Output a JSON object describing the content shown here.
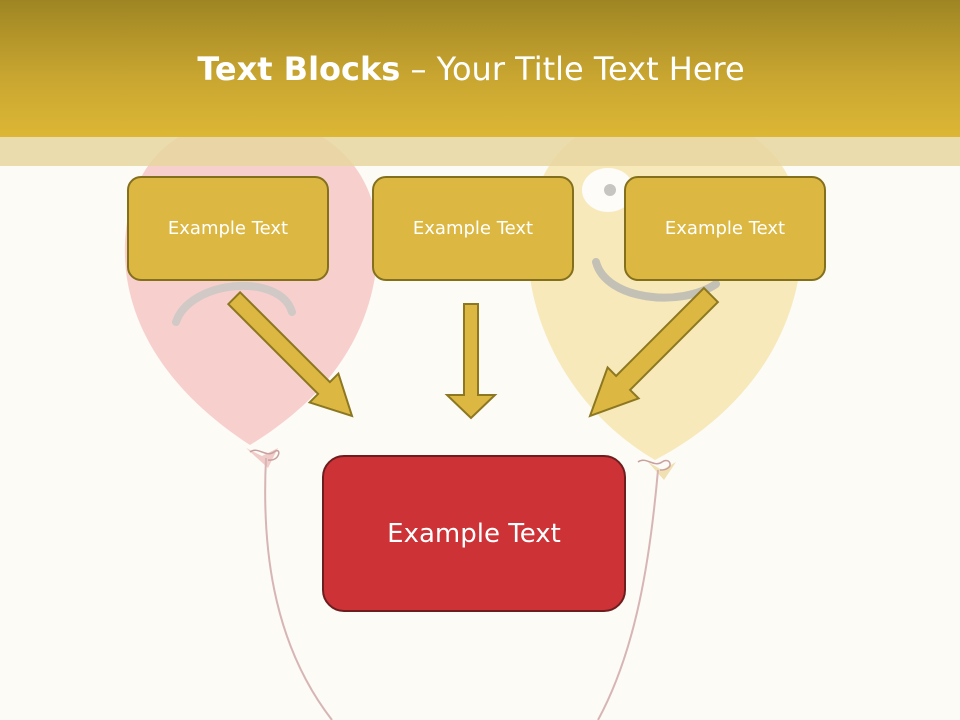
{
  "title": {
    "bold": "Text Blocks",
    "separator": " – ",
    "rest": "Your Title Text Here"
  },
  "blocks": [
    {
      "label": "Example Text"
    },
    {
      "label": "Example Text"
    },
    {
      "label": "Example Text"
    }
  ],
  "target": {
    "label": "Example Text"
  },
  "colors": {
    "header": "#c8a530",
    "block_fill": "#dcb843",
    "block_border": "#84701c",
    "target_fill": "#cd3236",
    "target_border": "#6e1d1e",
    "arrow_fill": "#dcb843",
    "arrow_stroke": "#8d7720"
  }
}
